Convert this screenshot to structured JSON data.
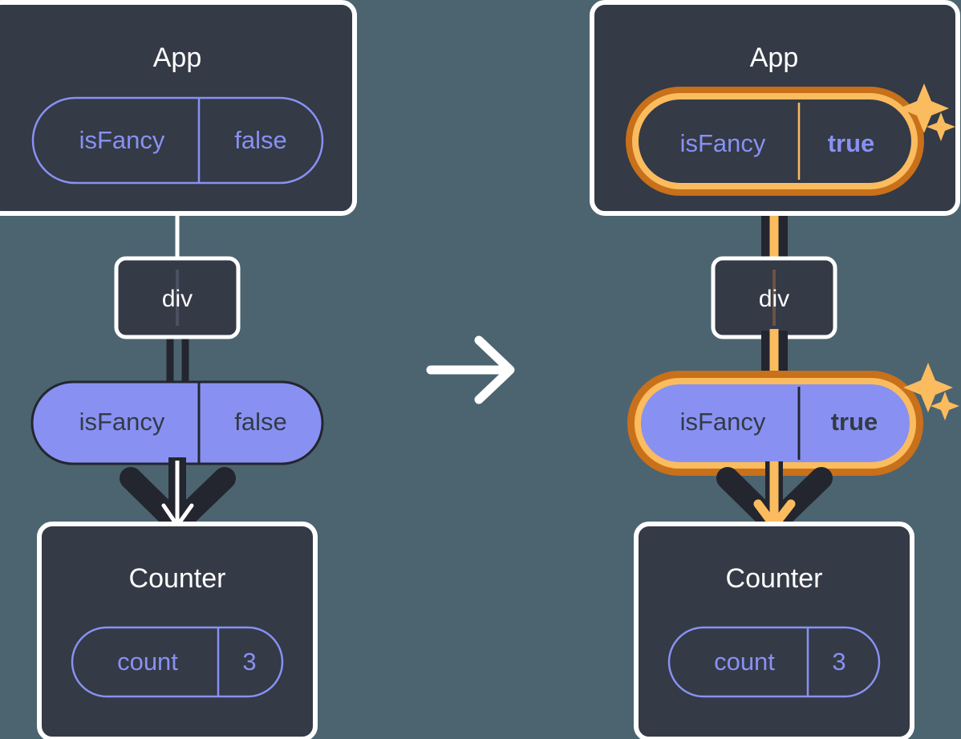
{
  "diagram": {
    "title_semantic": "react-state-propagation-diagram",
    "colors": {
      "background": "#4c6470",
      "panel_fill": "#343a46",
      "panel_stroke": "#ffffff",
      "accent_purple": "#8891f2",
      "accent_orange": "#fabc5f",
      "accent_orange_dark": "#c8701a",
      "dark_line": "#23262f",
      "text_light": "#ffffff",
      "text_dark": "#343a46"
    },
    "transition_arrow": {
      "icon": "arrow-right-icon",
      "label": "transition"
    },
    "panels": [
      {
        "id": "before",
        "app": {
          "title": "App",
          "state": {
            "name": "isFancy",
            "value": "false",
            "highlighted": false,
            "bold_value": false
          }
        },
        "div": {
          "label": "div"
        },
        "props": {
          "name": "isFancy",
          "value": "false",
          "highlighted": false,
          "bold_value": false
        },
        "counter": {
          "title": "Counter",
          "state": {
            "name": "count",
            "value": "3"
          }
        },
        "sparkles": false
      },
      {
        "id": "after",
        "app": {
          "title": "App",
          "state": {
            "name": "isFancy",
            "value": "true",
            "highlighted": true,
            "bold_value": true
          }
        },
        "div": {
          "label": "div"
        },
        "props": {
          "name": "isFancy",
          "value": "true",
          "highlighted": true,
          "bold_value": true
        },
        "counter": {
          "title": "Counter",
          "state": {
            "name": "count",
            "value": "3"
          }
        },
        "sparkles": true
      }
    ]
  }
}
